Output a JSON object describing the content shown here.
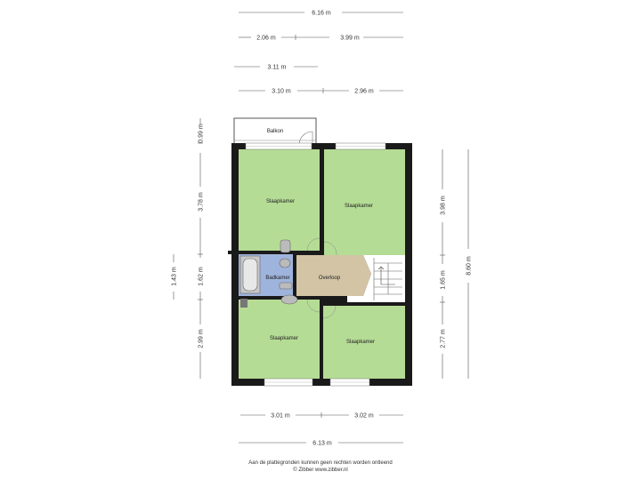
{
  "dimensions": {
    "top_total": "6.16 m",
    "top_left_a": "2.06 m",
    "top_right_a": "3.99 m",
    "top_balcony": "3.11 m",
    "top_left_b": "3.10 m",
    "top_right_b": "2.96 m",
    "bottom_left": "3.01 m",
    "bottom_right": "3.02 m",
    "bottom_total": "6.13 m",
    "left_balcony": "0.99 m",
    "left_upper": "3.78 m",
    "left_outer_mid": "1.43 m",
    "left_mid": "1.62 m",
    "left_lower": "2.99 m",
    "right_upper": "3.98 m",
    "right_mid": "1.65 m",
    "right_lower": "2.77 m",
    "right_total": "8.60 m"
  },
  "rooms": {
    "balcony": "Balkon",
    "bedroom_top_left": "Slaapkamer",
    "bedroom_top_right": "Slaapkamer",
    "bathroom": "Badkamer",
    "landing": "Overloop",
    "bedroom_bottom_left": "Slaapkamer",
    "bedroom_bottom_right": "Slaapkamer"
  },
  "footer": {
    "line1": "Aan de plattegronden kunnen geen rechten worden ontleend",
    "line2": "© Zibber www.zibber.nl"
  },
  "colors": {
    "room_fill": "#b5dc95",
    "bath_fill": "#9fb4dc",
    "landing_fill": "#d2c4a5",
    "wall": "#1a1a1a"
  }
}
